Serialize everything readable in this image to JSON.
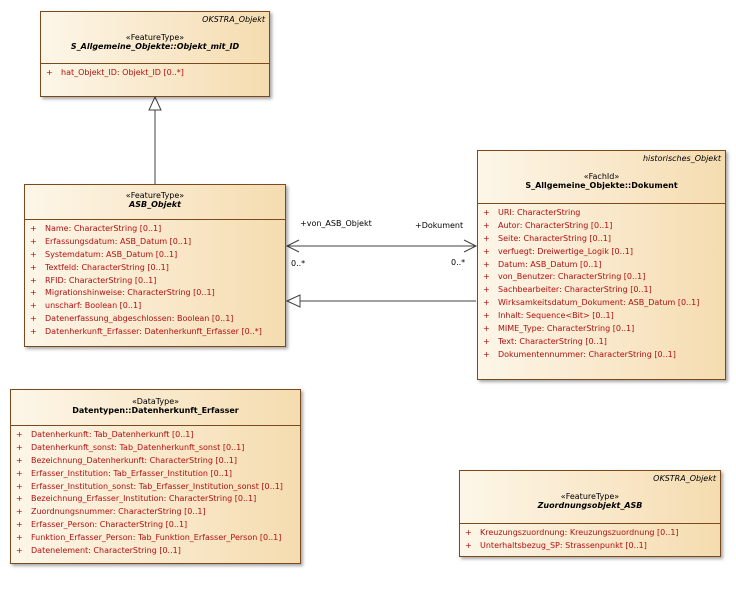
{
  "classes": {
    "objekt_mit_id": {
      "tag": "OKSTRA_Objekt",
      "stereotype": "«FeatureType»",
      "name": "S_Allgemeine_Objekte::Objekt_mit_ID",
      "attributes": [
        {
          "vis": "+",
          "text": "hat_Objekt_ID: Objekt_ID [0..*]"
        }
      ]
    },
    "asb_objekt": {
      "stereotype": "«FeatureType»",
      "name": "ASB_Objekt",
      "attributes": [
        {
          "vis": "+",
          "text": "Name: CharacterString [0..1]"
        },
        {
          "vis": "+",
          "text": "Erfassungsdatum: ASB_Datum [0..1]"
        },
        {
          "vis": "+",
          "text": "Systemdatum: ASB_Datum [0..1]"
        },
        {
          "vis": "+",
          "text": "Textfeld: CharacterString [0..1]"
        },
        {
          "vis": "+",
          "text": "RFID: CharacterString [0..1]"
        },
        {
          "vis": "+",
          "text": "Migrationshinweise: CharacterString [0..1]"
        },
        {
          "vis": "+",
          "text": "unscharf: Boolean [0..1]"
        },
        {
          "vis": "+",
          "text": "Datenerfassung_abgeschlossen: Boolean [0..1]"
        },
        {
          "vis": "+",
          "text": "Datenherkunft_Erfasser: Datenherkunft_Erfasser [0..*]"
        }
      ]
    },
    "dokument": {
      "tag": "historisches_Objekt",
      "stereotype": "«FachId»",
      "name": "S_Allgemeine_Objekte::Dokument",
      "attributes": [
        {
          "vis": "+",
          "text": "URI: CharacterString"
        },
        {
          "vis": "+",
          "text": "Autor: CharacterString [0..1]"
        },
        {
          "vis": "+",
          "text": "Seite: CharacterString [0..1]"
        },
        {
          "vis": "+",
          "text": "verfuegt: Dreiwertige_Logik [0..1]"
        },
        {
          "vis": "+",
          "text": "Datum: ASB_Datum [0..1]"
        },
        {
          "vis": "+",
          "text": "von_Benutzer: CharacterString [0..1]"
        },
        {
          "vis": "+",
          "text": "Sachbearbeiter: CharacterString [0..1]"
        },
        {
          "vis": "+",
          "text": "Wirksamkeitsdatum_Dokument: ASB_Datum [0..1]"
        },
        {
          "vis": "+",
          "text": "Inhalt: Sequence<Bit> [0..1]"
        },
        {
          "vis": "+",
          "text": "MIME_Type: CharacterString [0..1]"
        },
        {
          "vis": "+",
          "text": "Text: CharacterString [0..1]"
        },
        {
          "vis": "+",
          "text": "Dokumentennummer: CharacterString [0..1]"
        }
      ]
    },
    "datenherkunft": {
      "stereotype": "«DataType»",
      "name": "Datentypen::Datenherkunft_Erfasser",
      "attributes": [
        {
          "vis": "+",
          "text": "Datenherkunft: Tab_Datenherkunft [0..1]"
        },
        {
          "vis": "+",
          "text": "Datenherkunft_sonst: Tab_Datenherkunft_sonst [0..1]"
        },
        {
          "vis": "+",
          "text": "Bezeichnung_Datenherkunft: CharacterString [0..1]"
        },
        {
          "vis": "+",
          "text": "Erfasser_Institution: Tab_Erfasser_Institution [0..1]"
        },
        {
          "vis": "+",
          "text": "Erfasser_Institution_sonst: Tab_Erfasser_Institution_sonst [0..1]"
        },
        {
          "vis": "+",
          "text": "Bezeichnung_Erfasser_Institution: CharacterString [0..1]"
        },
        {
          "vis": "+",
          "text": "Zuordnungsnummer: CharacterString [0..1]"
        },
        {
          "vis": "+",
          "text": "Erfasser_Person: CharacterString [0..1]"
        },
        {
          "vis": "+",
          "text": "Funktion_Erfasser_Person: Tab_Funktion_Erfasser_Person [0..1]"
        },
        {
          "vis": "+",
          "text": "Datenelement: CharacterString [0..1]"
        }
      ]
    },
    "zuordnung": {
      "tag": "OKSTRA_Objekt",
      "stereotype": "«FeatureType»",
      "name": "Zuordnungsobjekt_ASB",
      "attributes": [
        {
          "vis": "+",
          "text": "Kreuzungszuordnung: Kreuzungszuordnung [0..1]"
        },
        {
          "vis": "+",
          "text": "Unterhaltsbezug_SP: Strassenpunkt [0..1]"
        }
      ]
    }
  },
  "association": {
    "left_role": "+von_ASB_Objekt",
    "right_role": "+Dokument",
    "left_mult": "0..*",
    "right_mult": "0..*"
  },
  "colors": {
    "border": "#7a4a1c",
    "fill_light": "#fdf6e8",
    "fill_dark": "#f5dcb0",
    "attribute_text": "#b01010",
    "line": "#404040"
  }
}
